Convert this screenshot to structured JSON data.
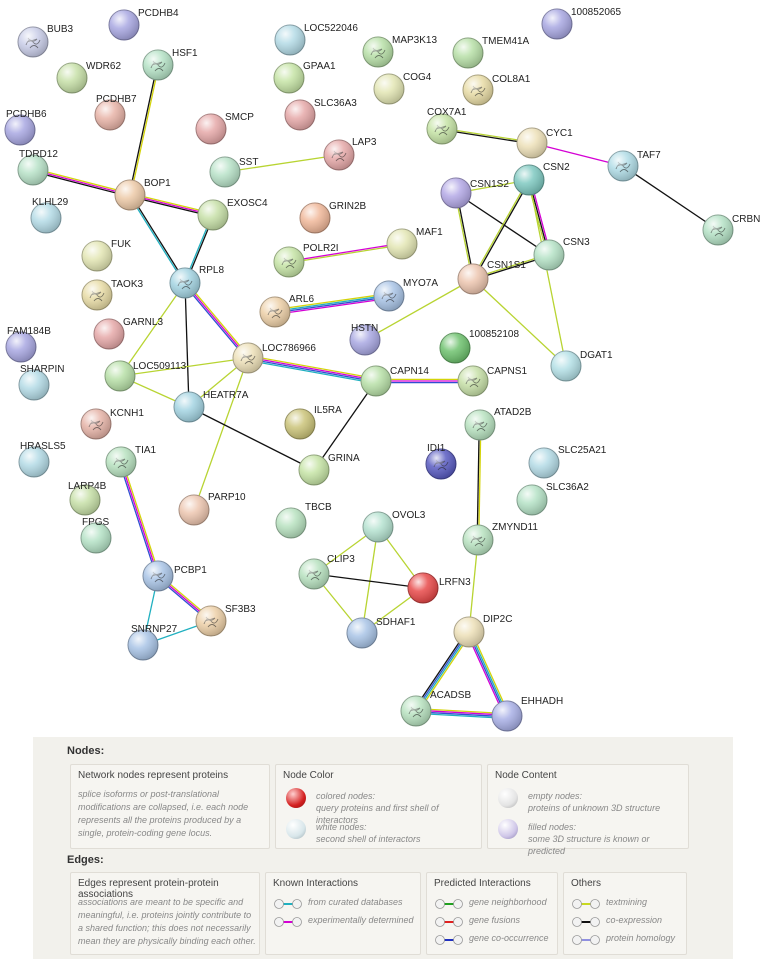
{
  "network": {
    "nodes": [
      {
        "id": "BUB3",
        "label": "BUB3",
        "color": "#c9cde8",
        "filled": true
      },
      {
        "id": "PCDHB4",
        "label": "PCDHB4",
        "color": "#a9a8e2",
        "filled": false
      },
      {
        "id": "HSF1",
        "label": "HSF1",
        "color": "#b5e2c6",
        "filled": true
      },
      {
        "id": "WDR62",
        "label": "WDR62",
        "color": "#c7e0a8",
        "filled": false
      },
      {
        "id": "PCDHB7",
        "label": "PCDHB7",
        "color": "#e8b4a8",
        "filled": false
      },
      {
        "id": "PCDHB6",
        "label": "PCDHB6",
        "color": "#a9a8e2",
        "filled": false
      },
      {
        "id": "LOC522046",
        "label": "LOC522046",
        "color": "#b4dbe6",
        "filled": false
      },
      {
        "id": "GPAA1",
        "label": "GPAA1",
        "color": "#c6e4a6",
        "filled": false
      },
      {
        "id": "SLC36A3",
        "label": "SLC36A3",
        "color": "#e6a9a9",
        "filled": false
      },
      {
        "id": "SMCP",
        "label": "SMCP",
        "color": "#e6a9a9",
        "filled": false
      },
      {
        "id": "MAP3K13",
        "label": "MAP3K13",
        "color": "#b8e0a8",
        "filled": true
      },
      {
        "id": "COG4",
        "label": "COG4",
        "color": "#e3e6b4",
        "filled": false
      },
      {
        "id": "TMEM41A",
        "label": "TMEM41A",
        "color": "#b8e0a8",
        "filled": false
      },
      {
        "id": "COL8A1",
        "label": "COL8A1",
        "color": "#e8dca6",
        "filled": true
      },
      {
        "id": "100852065",
        "label": "100852065",
        "color": "#a9a8e2",
        "filled": false
      },
      {
        "id": "COX7A1",
        "label": "COX7A1",
        "color": "#c6e4a6",
        "filled": true
      },
      {
        "id": "CYC1",
        "label": "CYC1",
        "color": "#ede0b8",
        "filled": false
      },
      {
        "id": "TAF7",
        "label": "TAF7",
        "color": "#b0dce6",
        "filled": true
      },
      {
        "id": "CRBN",
        "label": "CRBN",
        "color": "#b5e2c6",
        "filled": true
      },
      {
        "id": "TDRD12",
        "label": "TDRD12",
        "color": "#b8e2c8",
        "filled": false
      },
      {
        "id": "BOP1",
        "label": "BOP1",
        "color": "#edcaa8",
        "filled": false
      },
      {
        "id": "SST",
        "label": "SST",
        "color": "#b8e2c8",
        "filled": false
      },
      {
        "id": "LAP3",
        "label": "LAP3",
        "color": "#e6a9a9",
        "filled": true
      },
      {
        "id": "EXOSC4",
        "label": "EXOSC4",
        "color": "#c7e0a8",
        "filled": false
      },
      {
        "id": "KLHL29",
        "label": "KLHL29",
        "color": "#b4dbe6",
        "filled": false
      },
      {
        "id": "GRIN2B",
        "label": "GRIN2B",
        "color": "#f0b89a",
        "filled": false
      },
      {
        "id": "MAF1",
        "label": "MAF1",
        "color": "#e3e6b4",
        "filled": false
      },
      {
        "id": "POLR2I",
        "label": "POLR2I",
        "color": "#c6e4a6",
        "filled": true
      },
      {
        "id": "CSN1S2",
        "label": "CSN1S2",
        "color": "#b4a9e6",
        "filled": false
      },
      {
        "id": "CSN2",
        "label": "CSN2",
        "color": "#7fc9c1",
        "filled": false
      },
      {
        "id": "CSN3",
        "label": "CSN3",
        "color": "#b5e2c6",
        "filled": false
      },
      {
        "id": "CSN1S1",
        "label": "CSN1S1",
        "color": "#edc6b0",
        "filled": false
      },
      {
        "id": "FUK",
        "label": "FUK",
        "color": "#e3e6b4",
        "filled": false
      },
      {
        "id": "TAOK3",
        "label": "TAOK3",
        "color": "#e8dca6",
        "filled": true
      },
      {
        "id": "RPL8",
        "label": "RPL8",
        "color": "#a4d4e2",
        "filled": true
      },
      {
        "id": "ARL6",
        "label": "ARL6",
        "color": "#edd0a8",
        "filled": true
      },
      {
        "id": "MYO7A",
        "label": "MYO7A",
        "color": "#a9c4e6",
        "filled": true
      },
      {
        "id": "HSTN",
        "label": "HSTN",
        "color": "#a9a8e2",
        "filled": false
      },
      {
        "id": "FAM184B",
        "label": "FAM184B",
        "color": "#a9a8e2",
        "filled": false
      },
      {
        "id": "GARNL3",
        "label": "GARNL3",
        "color": "#e6a9a9",
        "filled": false
      },
      {
        "id": "SHARPIN",
        "label": "SHARPIN",
        "color": "#b4dbe6",
        "filled": false
      },
      {
        "id": "LOC509113",
        "label": "LOC509113",
        "color": "#b8e0a8",
        "filled": false
      },
      {
        "id": "LOC786966",
        "label": "LOC786966",
        "color": "#ede0b8",
        "filled": true
      },
      {
        "id": "100852108",
        "label": "100852108",
        "color": "#6fc26f",
        "filled": false
      },
      {
        "id": "DGAT1",
        "label": "DGAT1",
        "color": "#b4e0e6",
        "filled": false
      },
      {
        "id": "CAPN14",
        "label": "CAPN14",
        "color": "#b8e0a8",
        "filled": false
      },
      {
        "id": "CAPNS1",
        "label": "CAPNS1",
        "color": "#c7e0a8",
        "filled": true
      },
      {
        "id": "HEATR7A",
        "label": "HEATR7A",
        "color": "#a4d4e2",
        "filled": false
      },
      {
        "id": "KCNH1",
        "label": "KCNH1",
        "color": "#e6b4a8",
        "filled": true
      },
      {
        "id": "IL5RA",
        "label": "IL5RA",
        "color": "#cbc47a",
        "filled": false
      },
      {
        "id": "ATAD2B",
        "label": "ATAD2B",
        "color": "#b8e2c0",
        "filled": true
      },
      {
        "id": "HRASLS5",
        "label": "HRASLS5",
        "color": "#b4dbe6",
        "filled": false
      },
      {
        "id": "TIA1",
        "label": "TIA1",
        "color": "#b8e2c0",
        "filled": true
      },
      {
        "id": "IDI1",
        "label": "IDI1",
        "color": "#5a5cc2",
        "filled": true
      },
      {
        "id": "SLC25A21",
        "label": "SLC25A21",
        "color": "#b4dbe6",
        "filled": false
      },
      {
        "id": "GRINA",
        "label": "GRINA",
        "color": "#c6e4a6",
        "filled": false
      },
      {
        "id": "SLC36A2",
        "label": "SLC36A2",
        "color": "#b5e2c6",
        "filled": false
      },
      {
        "id": "LARP4B",
        "label": "LARP4B",
        "color": "#c7e0a8",
        "filled": false
      },
      {
        "id": "PARP10",
        "label": "PARP10",
        "color": "#edc6b0",
        "filled": false
      },
      {
        "id": "FPGS",
        "label": "FPGS",
        "color": "#b5e2c6",
        "filled": false
      },
      {
        "id": "TBCB",
        "label": "TBCB",
        "color": "#b8e2c0",
        "filled": false
      },
      {
        "id": "OVOL3",
        "label": "OVOL3",
        "color": "#b5e2d0",
        "filled": false
      },
      {
        "id": "ZMYND11",
        "label": "ZMYND11",
        "color": "#b8e2c0",
        "filled": true
      },
      {
        "id": "PCBP1",
        "label": "PCBP1",
        "color": "#a9c4e6",
        "filled": true
      },
      {
        "id": "CLIP3",
        "label": "CLIP3",
        "color": "#b8e2c0",
        "filled": true
      },
      {
        "id": "LRFN3",
        "label": "LRFN3",
        "color": "#e84a4a",
        "filled": false
      },
      {
        "id": "SF3B3",
        "label": "SF3B3",
        "color": "#edd0a8",
        "filled": true
      },
      {
        "id": "SNRNP27",
        "label": "SNRNP27",
        "color": "#a9c4e6",
        "filled": false
      },
      {
        "id": "SDHAF1",
        "label": "SDHAF1",
        "color": "#a9c4e6",
        "filled": false
      },
      {
        "id": "DIP2C",
        "label": "DIP2C",
        "color": "#ede0b8",
        "filled": false
      },
      {
        "id": "ACADSB",
        "label": "ACADSB",
        "color": "#b8e2c0",
        "filled": true
      },
      {
        "id": "EHHADH",
        "label": "EHHADH",
        "color": "#a9b0e6",
        "filled": false
      }
    ],
    "edges": [
      {
        "from": "HSF1",
        "to": "BOP1",
        "types": [
          "#d4d40a",
          "#111111"
        ]
      },
      {
        "from": "TDRD12",
        "to": "BOP1",
        "types": [
          "#d4d40a",
          "#d400d4",
          "#111111"
        ]
      },
      {
        "from": "BOP1",
        "to": "EXOSC4",
        "types": [
          "#d4d40a",
          "#d400d4",
          "#111111"
        ]
      },
      {
        "from": "BOP1",
        "to": "RPL8",
        "types": [
          "#111111",
          "#20b0c0"
        ]
      },
      {
        "from": "EXOSC4",
        "to": "RPL8",
        "types": [
          "#111111",
          "#20b0c0"
        ]
      },
      {
        "from": "SST",
        "to": "LAP3",
        "types": [
          "#b8d432"
        ]
      },
      {
        "from": "POLR2I",
        "to": "MAF1",
        "types": [
          "#d400d4",
          "#b8d432"
        ]
      },
      {
        "from": "COX7A1",
        "to": "CYC1",
        "types": [
          "#b8d432",
          "#111111"
        ]
      },
      {
        "from": "CYC1",
        "to": "TAF7",
        "types": [
          "#d400d4"
        ]
      },
      {
        "from": "TAF7",
        "to": "CRBN",
        "types": [
          "#111111"
        ]
      },
      {
        "from": "CSN1S2",
        "to": "CSN2",
        "types": [
          "#b8d432"
        ]
      },
      {
        "from": "CSN1S2",
        "to": "CSN3",
        "types": [
          "#111111"
        ]
      },
      {
        "from": "CSN1S2",
        "to": "CSN1S1",
        "types": [
          "#111111",
          "#b8d432"
        ]
      },
      {
        "from": "CSN2",
        "to": "CSN3",
        "types": [
          "#d400d4",
          "#111111",
          "#b8d432"
        ]
      },
      {
        "from": "CSN2",
        "to": "CSN1S1",
        "types": [
          "#111111",
          "#b8d432"
        ]
      },
      {
        "from": "CSN3",
        "to": "CSN1S1",
        "types": [
          "#111111",
          "#b8d432"
        ]
      },
      {
        "from": "CSN2",
        "to": "DGAT1",
        "types": [
          "#b8d432"
        ]
      },
      {
        "from": "CSN1S1",
        "to": "DGAT1",
        "types": [
          "#b8d432"
        ]
      },
      {
        "from": "CSN1S1",
        "to": "HSTN",
        "types": [
          "#b8d432"
        ]
      },
      {
        "from": "ARL6",
        "to": "MYO7A",
        "types": [
          "#d4d40a",
          "#20b0c0",
          "#3050d0",
          "#d400d4"
        ]
      },
      {
        "from": "RPL8",
        "to": "LOC786966",
        "types": [
          "#d4d40a",
          "#d400d4",
          "#3050d0"
        ]
      },
      {
        "from": "RPL8",
        "to": "LOC509113",
        "types": [
          "#b8d432"
        ]
      },
      {
        "from": "RPL8",
        "to": "HEATR7A",
        "types": [
          "#111111"
        ]
      },
      {
        "from": "LOC509113",
        "to": "LOC786966",
        "types": [
          "#b8d432"
        ]
      },
      {
        "from": "LOC509113",
        "to": "HEATR7A",
        "types": [
          "#b8d432"
        ]
      },
      {
        "from": "LOC786966",
        "to": "HEATR7A",
        "types": [
          "#b8d432"
        ]
      },
      {
        "from": "LOC786966",
        "to": "CAPN14",
        "types": [
          "#d4d40a",
          "#d400d4",
          "#3050d0",
          "#20b0c0"
        ]
      },
      {
        "from": "LOC786966",
        "to": "PARP10",
        "types": [
          "#b8d432"
        ]
      },
      {
        "from": "CAPN14",
        "to": "CAPNS1",
        "types": [
          "#d4d40a",
          "#d400d4",
          "#3050d0"
        ]
      },
      {
        "from": "CAPN14",
        "to": "GRINA",
        "types": [
          "#111111"
        ]
      },
      {
        "from": "HEATR7A",
        "to": "GRINA",
        "types": [
          "#111111"
        ]
      },
      {
        "from": "TIA1",
        "to": "PCBP1",
        "types": [
          "#d4d40a",
          "#d400d4",
          "#3050d0"
        ]
      },
      {
        "from": "PCBP1",
        "to": "SF3B3",
        "types": [
          "#d4d40a",
          "#d400d4",
          "#3050d0"
        ]
      },
      {
        "from": "PCBP1",
        "to": "SNRNP27",
        "types": [
          "#20b0c0"
        ]
      },
      {
        "from": "SNRNP27",
        "to": "SF3B3",
        "types": [
          "#20b0c0"
        ]
      },
      {
        "from": "OVOL3",
        "to": "CLIP3",
        "types": [
          "#b8d432"
        ]
      },
      {
        "from": "OVOL3",
        "to": "LRFN3",
        "types": [
          "#b8d432"
        ]
      },
      {
        "from": "OVOL3",
        "to": "SDHAF1",
        "types": [
          "#b8d432"
        ]
      },
      {
        "from": "CLIP3",
        "to": "LRFN3",
        "types": [
          "#111111"
        ]
      },
      {
        "from": "CLIP3",
        "to": "SDHAF1",
        "types": [
          "#b8d432"
        ]
      },
      {
        "from": "LRFN3",
        "to": "SDHAF1",
        "types": [
          "#b8d432"
        ]
      },
      {
        "from": "ATAD2B",
        "to": "ZMYND11",
        "types": [
          "#d4d40a",
          "#111111"
        ]
      },
      {
        "from": "ZMYND11",
        "to": "DIP2C",
        "types": [
          "#b8d432"
        ]
      },
      {
        "from": "DIP2C",
        "to": "ACADSB",
        "types": [
          "#d4d40a",
          "#20b0c0",
          "#3050d0",
          "#111111"
        ]
      },
      {
        "from": "DIP2C",
        "to": "EHHADH",
        "types": [
          "#d4d40a",
          "#20b0c0",
          "#3050d0",
          "#d400d4"
        ]
      },
      {
        "from": "ACADSB",
        "to": "EHHADH",
        "types": [
          "#d4d40a",
          "#d400d4",
          "#3050d0",
          "#20b0c0"
        ]
      }
    ]
  },
  "legend": {
    "nodes_heading": "Nodes:",
    "nodes_box": {
      "title": "Network nodes represent proteins",
      "desc": "splice isoforms or post-translational modifications are collapsed, i.e. each node represents all the proteins produced by a single, protein-coding gene locus."
    },
    "node_color": {
      "title": "Node Color",
      "colored_label": "colored nodes:",
      "colored_desc": "query proteins and first shell of interactors",
      "white_label": "white nodes:",
      "white_desc": "second shell of interactors"
    },
    "node_content": {
      "title": "Node Content",
      "empty_label": "empty nodes:",
      "empty_desc": "proteins of unknown 3D structure",
      "filled_label": "filled nodes:",
      "filled_desc": "some 3D structure is known or predicted"
    },
    "edges_heading": "Edges:",
    "edges_box": {
      "title": "Edges represent protein-protein associations",
      "desc": "associations are meant to be specific and meaningful, i.e. proteins jointly contribute to a shared function; this does not necessarily mean they are physically binding each other."
    },
    "known": {
      "title": "Known Interactions",
      "items": [
        {
          "label": "from curated databases",
          "color": "#20b0c0"
        },
        {
          "label": "experimentally determined",
          "color": "#d400d4"
        }
      ]
    },
    "predicted": {
      "title": "Predicted Interactions",
      "items": [
        {
          "label": "gene neighborhood",
          "color": "#20a020"
        },
        {
          "label": "gene fusions",
          "color": "#e02020"
        },
        {
          "label": "gene co-occurrence",
          "color": "#2030c0"
        }
      ]
    },
    "others": {
      "title": "Others",
      "items": [
        {
          "label": "textmining",
          "color": "#c8d820"
        },
        {
          "label": "co-expression",
          "color": "#111111"
        },
        {
          "label": "protein homology",
          "color": "#9090e0"
        }
      ]
    }
  }
}
